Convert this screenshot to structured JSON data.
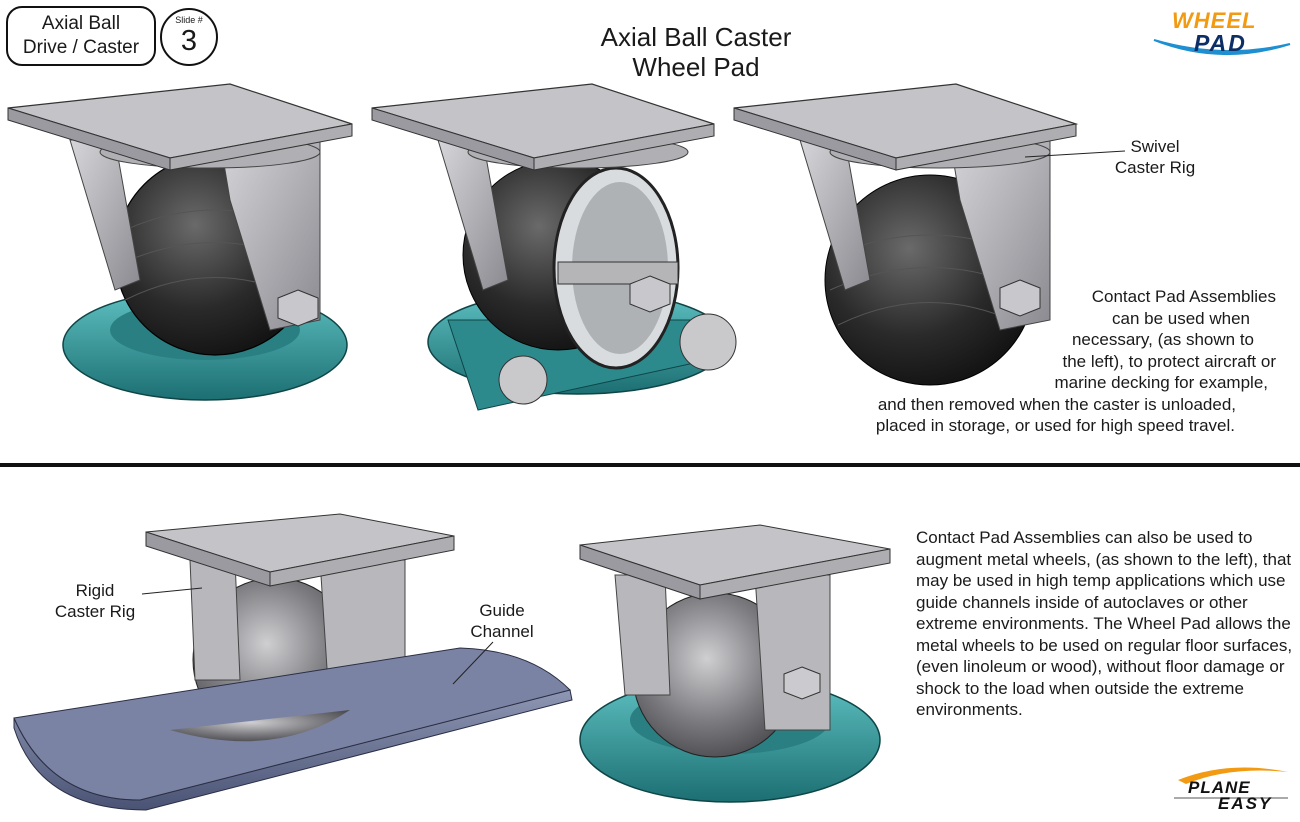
{
  "header": {
    "tag_line1": "Axial Ball",
    "tag_line2": "Drive / Caster",
    "slide_label": "Slide #",
    "slide_number": "3",
    "title_line1": "Axial Ball Caster",
    "title_line2": "Wheel Pad"
  },
  "logos": {
    "wheel_pad": {
      "word1": "WHEEL",
      "word2": "PAD",
      "colors": [
        "#f29a12",
        "#0d2f66",
        "#1e8fd0"
      ]
    },
    "plane_easy": {
      "word1": "PLANE",
      "word2": "EASY",
      "colors": [
        "#f29a12",
        "#111111",
        "#aaaaaa"
      ]
    }
  },
  "top_section": {
    "callout": {
      "line1": "Swivel",
      "line2": "Caster Rig"
    },
    "paragraph_lines": [
      "Contact Pad Assemblies",
      "can be used when",
      "necessary, (as shown to",
      "the left), to protect aircraft or",
      "marine decking for example,",
      "and then removed when the caster is unloaded,",
      "placed in storage, or used for high speed travel."
    ]
  },
  "bottom_section": {
    "callout_rigid": {
      "line1": "Rigid",
      "line2": "Caster Rig"
    },
    "callout_guide": {
      "line1": "Guide",
      "line2": "Channel"
    },
    "paragraph": "Contact Pad Assemblies can also be used to augment metal wheels, (as shown to the left), that may be used in high temp applications which use guide channels inside of autoclaves or other extreme environments.  The Wheel Pad allows the metal wheels to be used on regular floor surfaces, (even linoleum or wood), without floor damage or shock to the load when outside the extreme environments."
  },
  "colors": {
    "pad_teal": "#2f9a9c",
    "ball_dark": "#2a2a2a",
    "metal_gray": "#b8b8bc",
    "channel_blue": "#6b7594"
  }
}
